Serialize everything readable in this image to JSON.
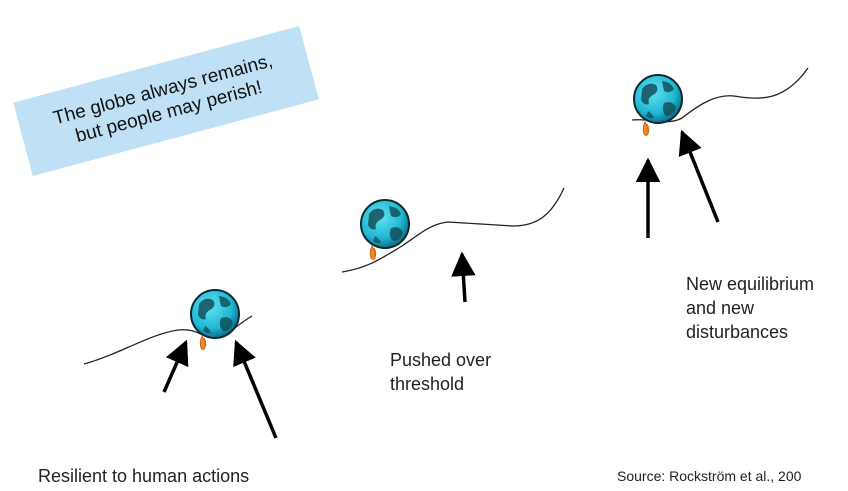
{
  "callout": {
    "line1": "The globe always remains,",
    "line2": "but people may perish!"
  },
  "panels": [
    {
      "label_line1": "Resilient to human actions",
      "label_line2": ""
    },
    {
      "label_line1": "Pushed over",
      "label_line2": "threshold"
    },
    {
      "label_line1": "New equilibrium",
      "label_line2": "and new",
      "label_line3": "disturbances"
    }
  ],
  "source": "Source: Rockström et al., 200",
  "colors": {
    "globe_ocean": "#2ec6dc",
    "globe_land": "#14505a",
    "globe_dark": "#0b2a33",
    "callout_bg": "#bfe0f5",
    "flame": "#f08a1e",
    "arrow": "#000000"
  },
  "icons": [
    "globe-icon",
    "flame-icon",
    "arrow-icon"
  ]
}
